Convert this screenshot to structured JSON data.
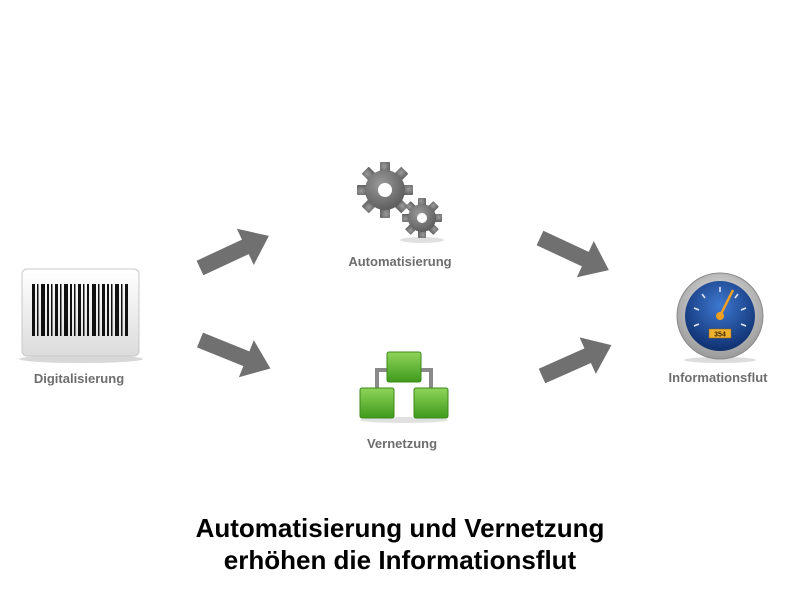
{
  "nodes": {
    "digital": {
      "label": "Digitalisierung",
      "icon": "barcode-icon"
    },
    "automation": {
      "label": "Automatisierung",
      "icon": "gears-icon"
    },
    "network": {
      "label": "Vernetzung",
      "icon": "network-blocks-icon"
    },
    "info": {
      "label": "Informationsflut",
      "icon": "speedometer-icon",
      "gauge_text": "354"
    }
  },
  "arrows": [
    {
      "from": "Digitalisierung",
      "to": "Automatisierung"
    },
    {
      "from": "Digitalisierung",
      "to": "Vernetzung"
    },
    {
      "from": "Automatisierung",
      "to": "Informationsflut"
    },
    {
      "from": "Vernetzung",
      "to": "Informationsflut"
    }
  ],
  "caption": {
    "line1": "Automatisierung und Vernetzung",
    "line2": "erhöhen die Informationsflut"
  },
  "colors": {
    "arrow": "#707070",
    "label": "#6e6e6e",
    "green": "#5fb52f",
    "gauge_blue": "#1a4e9c",
    "gauge_needle": "#f0a020"
  }
}
